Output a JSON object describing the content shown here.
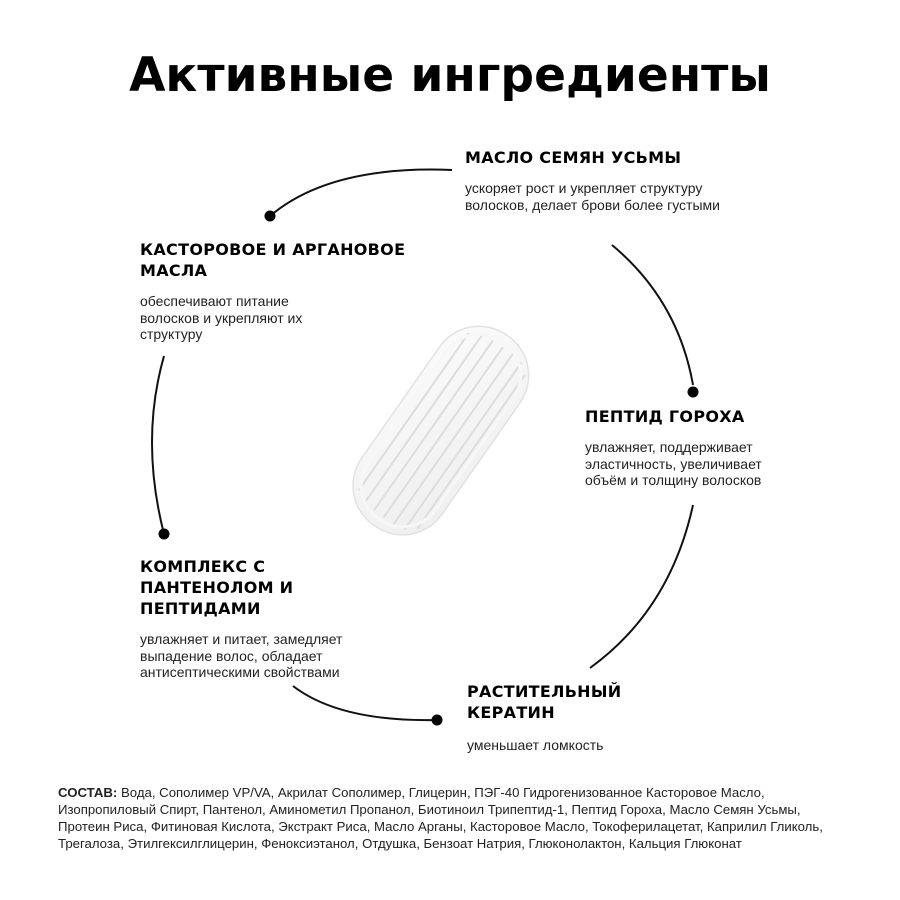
{
  "title": "Активные ингредиенты",
  "ingredients": [
    {
      "heading": "МАСЛО СЕМЯН УСЬМЫ",
      "description": "ускоряет рост и укрепляет структуру волосков, делает брови более густыми"
    },
    {
      "heading": "КАСТОРОВОЕ И АРГАНОВОЕ МАСЛА",
      "description": "обеспечивают питание волосков и укрепляют их структуру"
    },
    {
      "heading": "ПЕПТИД ГОРОХА",
      "description": "увлажняет, поддерживает эластичность, увеличивает объём и толщину волосков"
    },
    {
      "heading": "КОМПЛЕКС С ПАНТЕНОЛОМ И ПЕПТИДАМИ",
      "description": "увлажняет и питает, замедляет выпадение волос, обладает антисептическими свойствами"
    },
    {
      "heading": "РАСТИТЕЛЬНЫЙ КЕРАТИН",
      "description": "уменьшает ломкость"
    }
  ],
  "composition": {
    "label": "СОСТАВ:",
    "text": "Вода, Сополимер VP/VA, Акрилат Сополимер, Глицерин, ПЭГ-40 Гидрогенизованное Касторовое Масло, Изопропиловый Спирт, Пантенол, Аминометил Пропанол, Биотиноил Трипептид-1, Пептид Гороха, Масло Семян Усьмы, Протеин Риса, Фитиновая Кислота, Экстракт Риса, Масло Арганы, Касторовое Масло, Токоферилацетат, Каприлил Гликоль, Трегалоза, Этилгексилглицерин, Феноксиэтанол, Отдушка, Бензоат Натрия, Глюконолактон, Кальция Глюконат"
  },
  "colors": {
    "text": "#111111",
    "background": "#ffffff",
    "accent": "#000000"
  },
  "icons": [
    "gel-swatch-image",
    "connector-dot"
  ]
}
